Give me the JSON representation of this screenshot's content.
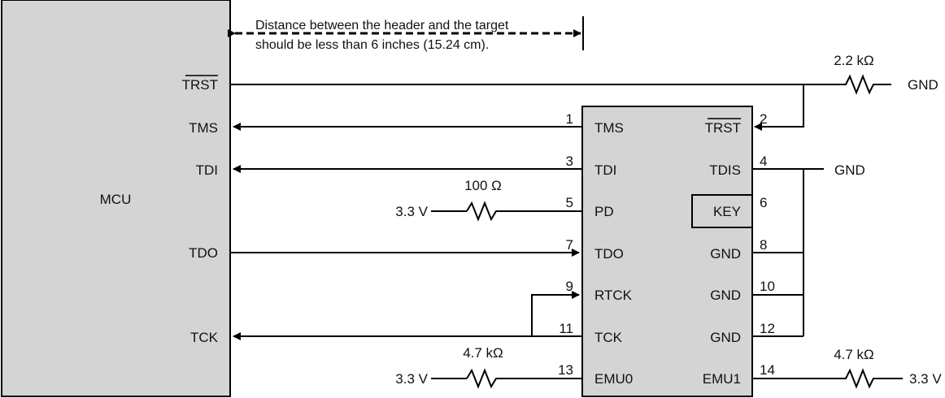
{
  "mcu": {
    "label": "MCU",
    "pins": {
      "trst": "TRST",
      "tms": "TMS",
      "tdi": "TDI",
      "tdo": "TDO",
      "tck": "TCK"
    }
  },
  "note": {
    "line1": "Distance between the header and the target",
    "line2": "should be less than 6 inches (15.24 cm)."
  },
  "header": {
    "left_pins": [
      {
        "num": "1",
        "label": "TMS"
      },
      {
        "num": "3",
        "label": "TDI"
      },
      {
        "num": "5",
        "label": "PD"
      },
      {
        "num": "7",
        "label": "TDO"
      },
      {
        "num": "9",
        "label": "RTCK"
      },
      {
        "num": "11",
        "label": "TCK"
      },
      {
        "num": "13",
        "label": "EMU0"
      }
    ],
    "right_pins": [
      {
        "num": "2",
        "label": "TRST"
      },
      {
        "num": "4",
        "label": "TDIS"
      },
      {
        "num": "6",
        "label": "KEY"
      },
      {
        "num": "8",
        "label": "GND"
      },
      {
        "num": "10",
        "label": "GND"
      },
      {
        "num": "12",
        "label": "GND"
      },
      {
        "num": "14",
        "label": "EMU1"
      }
    ]
  },
  "components": {
    "r_trst": "2.2 kΩ",
    "r_pd": "100 Ω",
    "r_emu0": "4.7 kΩ",
    "r_emu1": "4.7 kΩ"
  },
  "nets": {
    "gnd_trst": "GND",
    "gnd_tdis": "GND",
    "v_pd": "3.3 V",
    "v_emu0": "3.3 V",
    "v_emu1": "3.3 V"
  }
}
